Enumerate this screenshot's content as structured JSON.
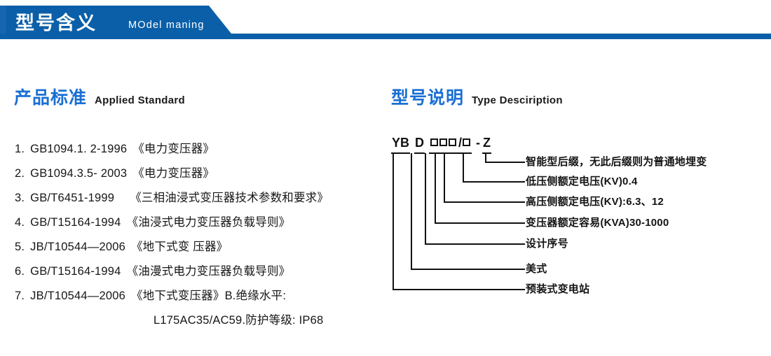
{
  "banner": {
    "title": "型号含义",
    "subtitle": "MOdel maning",
    "bar_color": "#0a5fa8",
    "edge_color": "#1565b0"
  },
  "sections": {
    "standard": {
      "cn_title": "产品标准",
      "en_title": "Applied Standard",
      "accent_color": "#1a6fd4"
    },
    "type": {
      "cn_title": "型号说明",
      "en_title": "Type Desciription",
      "accent_color": "#1a6fd4"
    }
  },
  "standards": [
    {
      "num": "1.",
      "code": "GB1094.1. 2-1996",
      "title": "《电力变压器》"
    },
    {
      "num": "2.",
      "code": "GB1094.3.5- 2003",
      "title": "《电力变压器》"
    },
    {
      "num": "3.",
      "code": "GB/T6451-1999",
      "title": "《三相油浸式变压器技术参数和要求》"
    },
    {
      "num": "4.",
      "code": "GB/T15164-1994",
      "title": "《油浸式电力变压器负载导则》"
    },
    {
      "num": "5.",
      "code": "JB/T10544—2006",
      "title": "《地下式变 压器》"
    },
    {
      "num": "6.",
      "code": "GB/T15164-1994",
      "title": "《油漫式电力变压器负载导则》"
    },
    {
      "num": "7.",
      "code": "JB/T10544—2006",
      "title": "《地下式变压器》B.绝缘水平:"
    }
  ],
  "standards_continuation": "L175AC35/AC59.防护等级: IP68",
  "type_code": {
    "segments": [
      {
        "text": "YB",
        "kind": "text"
      },
      {
        "text": "D",
        "kind": "text"
      },
      {
        "text": "",
        "kind": "boxes3"
      },
      {
        "text": "",
        "kind": "slashbox"
      },
      {
        "text": "Z",
        "kind": "dashtext"
      }
    ],
    "slash": "/",
    "dash": "-",
    "raw": "YB D □□□/□ - Z"
  },
  "type_labels": [
    "智能型后缀，无此后缀则为普通地埋变",
    "低压侧额定电压(KV)0.4",
    "高压侧额定电压(KV):6.3、12",
    "变压器额定容易(KVA)30-1000",
    "设计序号",
    "美式",
    "预装式变电站"
  ]
}
